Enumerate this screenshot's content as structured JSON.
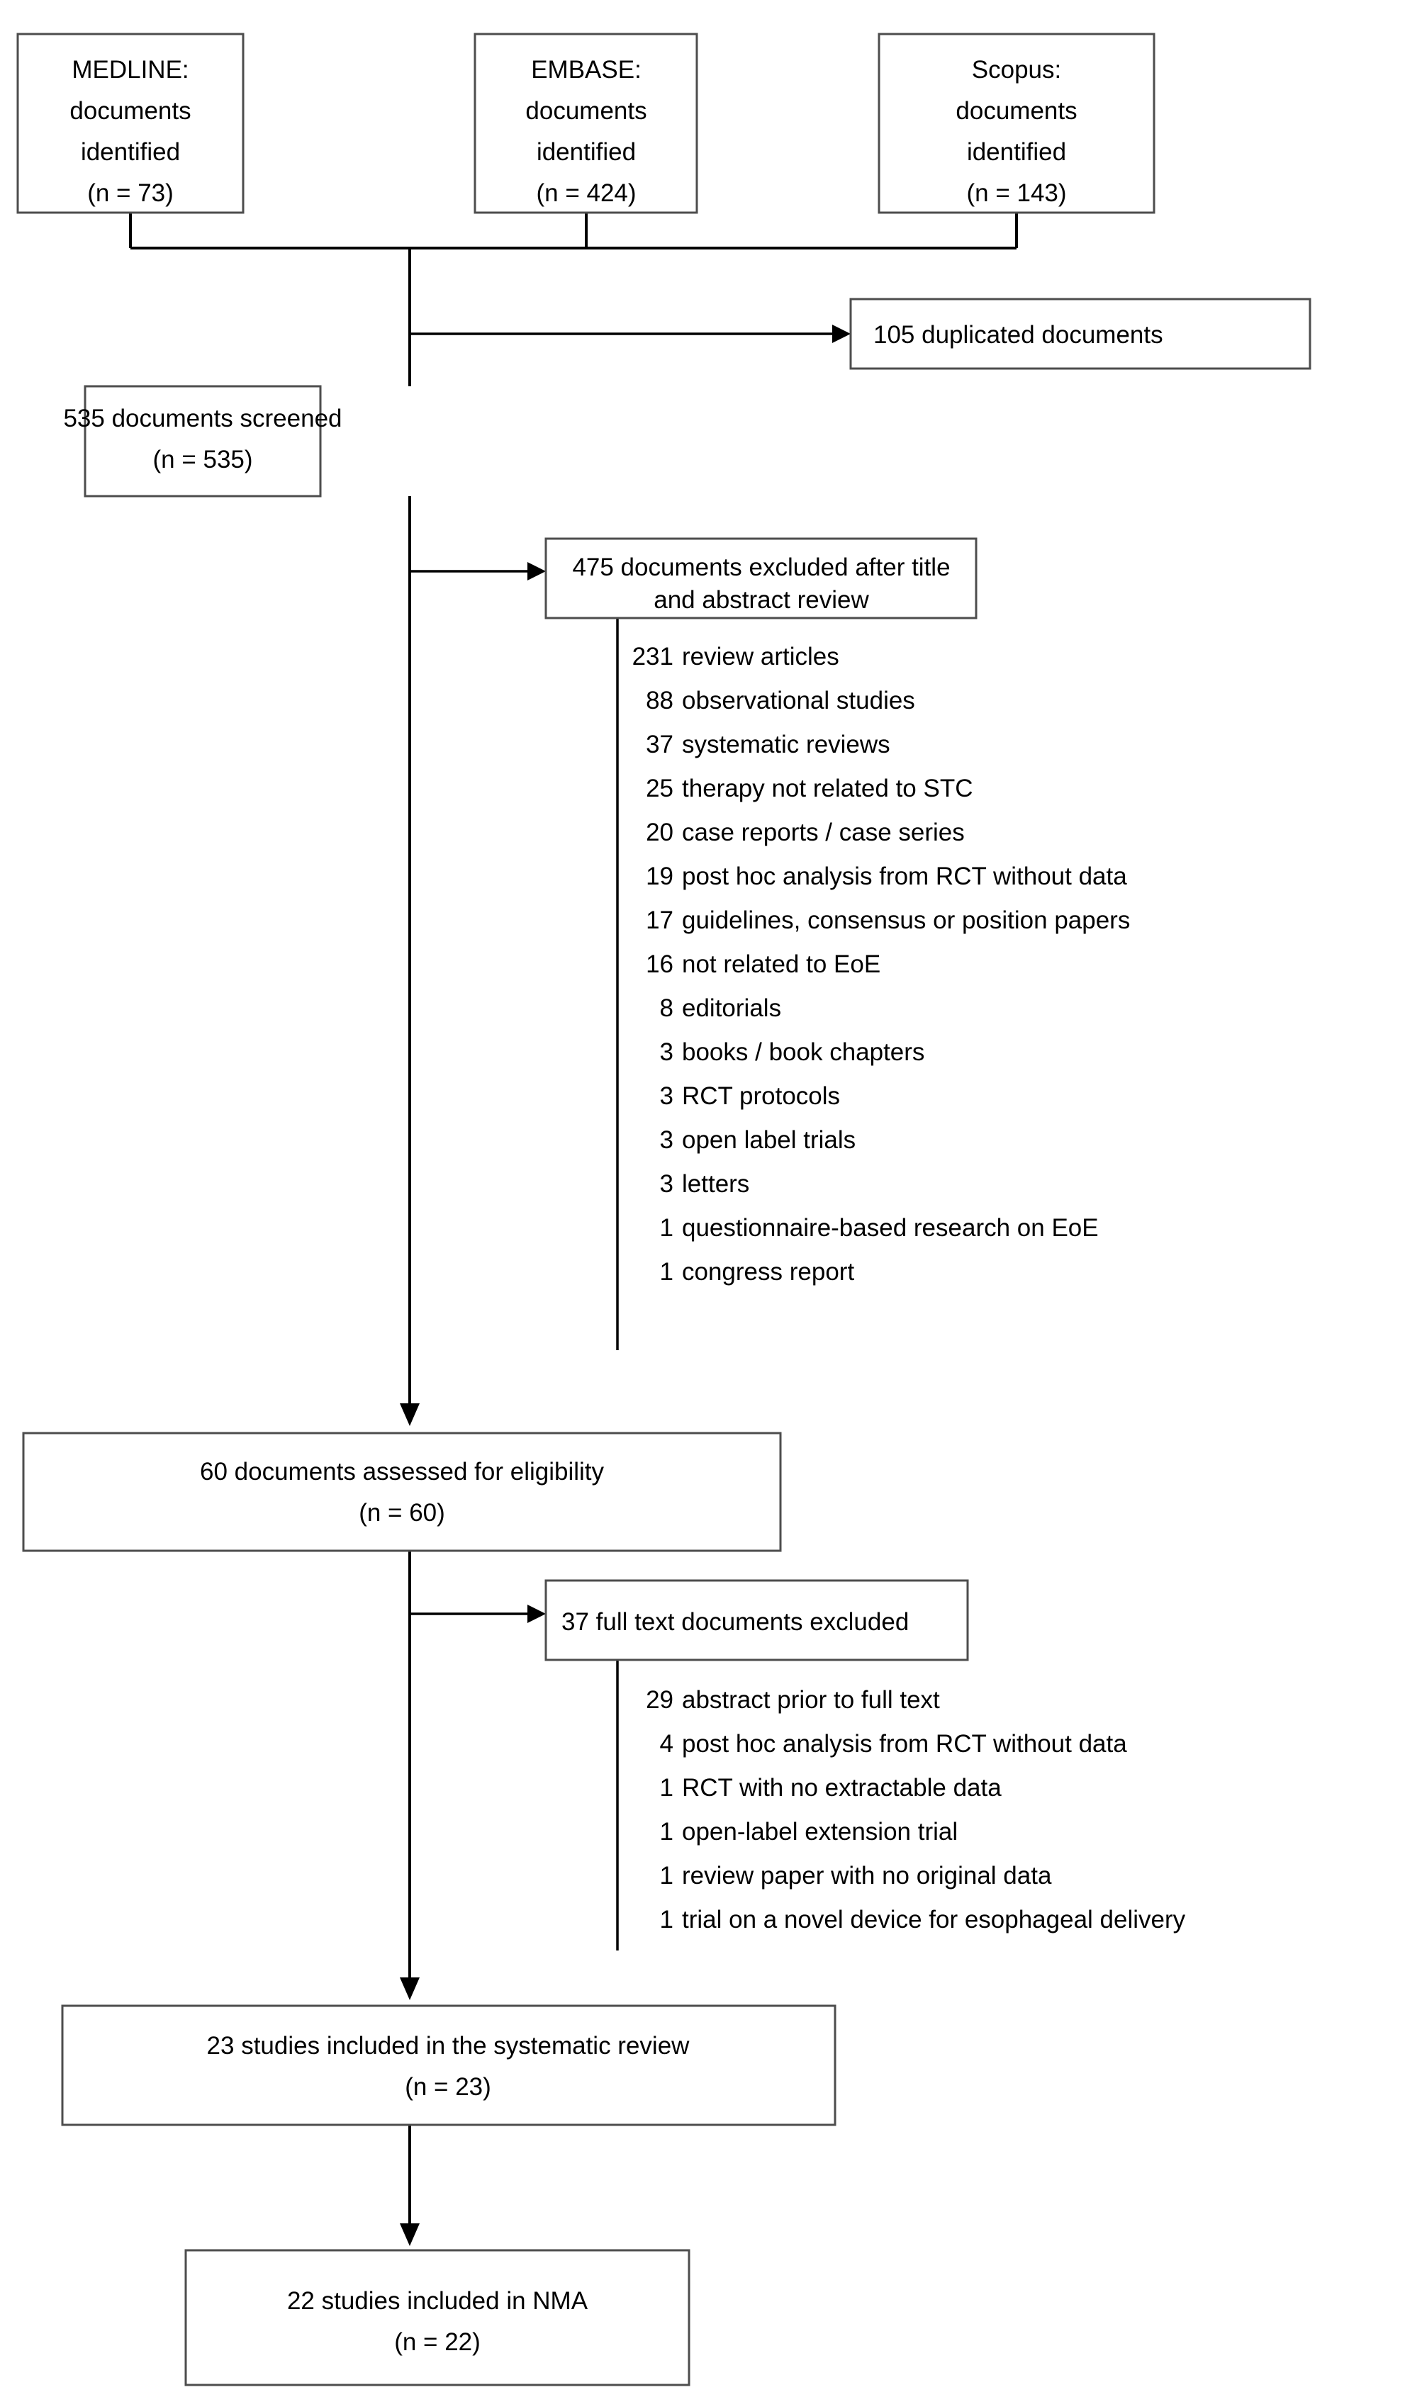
{
  "diagram": {
    "type": "prisma-flow-diagram",
    "title": "PRISMA study selection flow diagram"
  },
  "sources": [
    {
      "name": "MEDLINE",
      "line1": "MEDLINE:",
      "line2": "documents",
      "line3": "identified",
      "line4": "(n = 73)",
      "count": 73
    },
    {
      "name": "EMBASE",
      "line1": "EMBASE:",
      "line2": "documents",
      "line3": "identified",
      "line4": "(n = 424)",
      "count": 424
    },
    {
      "name": "Scopus",
      "line1": "Scopus:",
      "line2": "documents",
      "line3": "identified",
      "line4": "(n = 143)",
      "count": 143
    }
  ],
  "duplicates": {
    "label": "105 duplicated documents",
    "count": 105
  },
  "screened": {
    "line1": "535 documents screened",
    "line2": "(n = 535)",
    "count": 535
  },
  "excluded_title_abstract": {
    "line1": "475 documents excluded after title",
    "line2": "and abstract review",
    "count": 475,
    "reasons": [
      {
        "n": "231",
        "label": "review articles"
      },
      {
        "n": "88",
        "label": "observational studies"
      },
      {
        "n": "37",
        "label": "systematic reviews"
      },
      {
        "n": "25",
        "label": "therapy not related to STC"
      },
      {
        "n": "20",
        "label": "case reports / case series"
      },
      {
        "n": "19",
        "label": "post hoc analysis from RCT without data"
      },
      {
        "n": "17",
        "label": "guidelines, consensus or position papers"
      },
      {
        "n": "16",
        "label": "not related to EoE"
      },
      {
        "n": "8",
        "label": "editorials"
      },
      {
        "n": "3",
        "label": "books / book chapters"
      },
      {
        "n": "3",
        "label": "RCT protocols"
      },
      {
        "n": "3",
        "label": "open label trials"
      },
      {
        "n": "3",
        "label": "letters"
      },
      {
        "n": "1",
        "label": "questionnaire-based research on EoE"
      },
      {
        "n": "1",
        "label": "congress report"
      }
    ]
  },
  "eligibility": {
    "line1": "60 documents assessed for eligibility",
    "line2": "(n = 60)",
    "count": 60
  },
  "excluded_full_text": {
    "label": "37 full text documents excluded",
    "count": 37,
    "reasons": [
      {
        "n": "29",
        "label": "abstract prior to full text"
      },
      {
        "n": "4",
        "label": "post hoc analysis from RCT without data"
      },
      {
        "n": "1",
        "label": "RCT with no extractable data"
      },
      {
        "n": "1",
        "label": "open-label extension trial"
      },
      {
        "n": "1",
        "label": "review paper with no original data"
      },
      {
        "n": "1",
        "label": "trial on a novel device for esophageal delivery"
      }
    ]
  },
  "included_systematic_review": {
    "line1": "23 studies included in the systematic review",
    "line2": "(n = 23)",
    "count": 23
  },
  "included_nma": {
    "line1": "22 studies included in NMA",
    "line2": "(n = 22)",
    "count": 22
  },
  "colors": {
    "box_stroke": "#4d4d4d",
    "box_fill": "#ffffff",
    "line": "#000000",
    "text": "#000000",
    "background": "#ffffff"
  }
}
